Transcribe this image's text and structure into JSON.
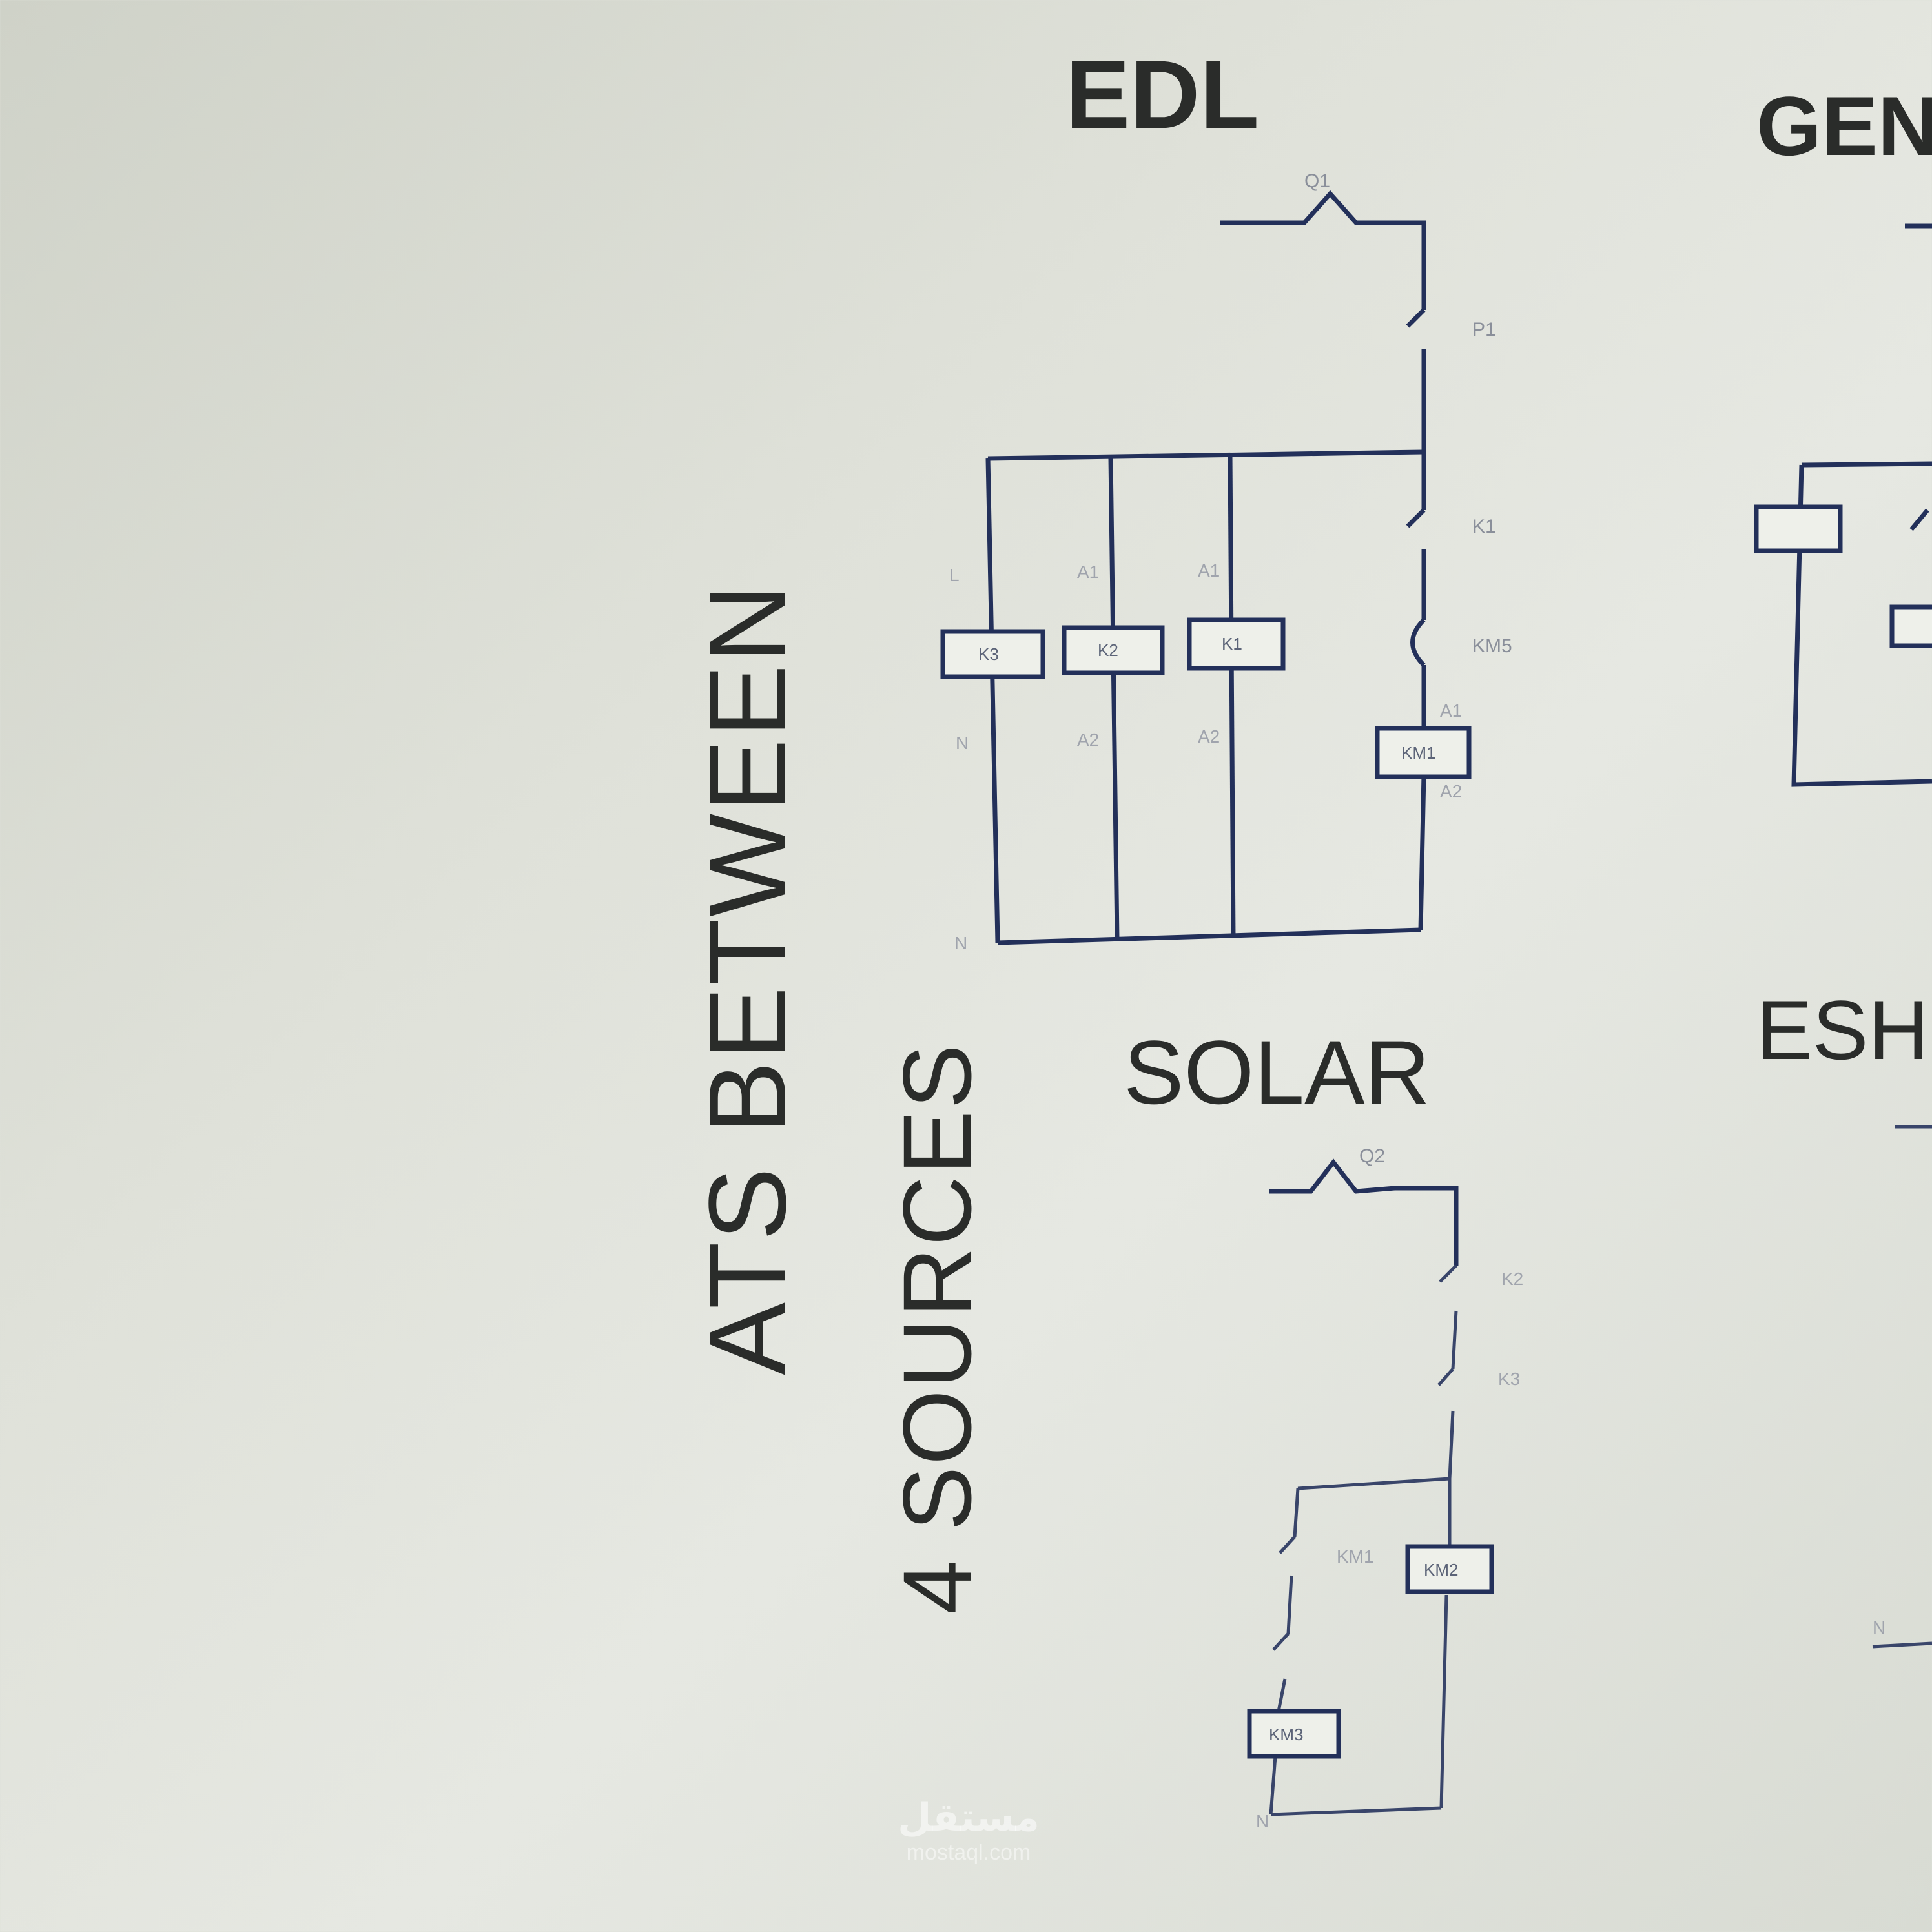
{
  "title": {
    "line1": "ATS BETWEEN",
    "line2": "4 SOURCES"
  },
  "sections": {
    "edl": {
      "title": "EDL",
      "breaker": "Q1",
      "contact_top": "P1",
      "contact_mid": "K1",
      "contact_lower": "KM5",
      "coils": [
        "K3",
        "K2",
        "K1"
      ],
      "main_coil": "KM1",
      "terminals": {
        "l": "L",
        "n": "N",
        "a1": "A1",
        "a2": "A2"
      }
    },
    "gen": {
      "title": "GEN"
    },
    "solar": {
      "title": "SOLAR",
      "breaker": "Q2",
      "contact_a": "K2",
      "contact_b": "K3",
      "contact_c": "KM1",
      "coil_a": "KM2",
      "coil_b": "KM3",
      "terminal_n": "N"
    },
    "esh": {
      "title": "ESH",
      "terminal_n": "N"
    }
  },
  "watermark": {
    "arabic": "مستقل",
    "latin": "mostaql.com"
  }
}
